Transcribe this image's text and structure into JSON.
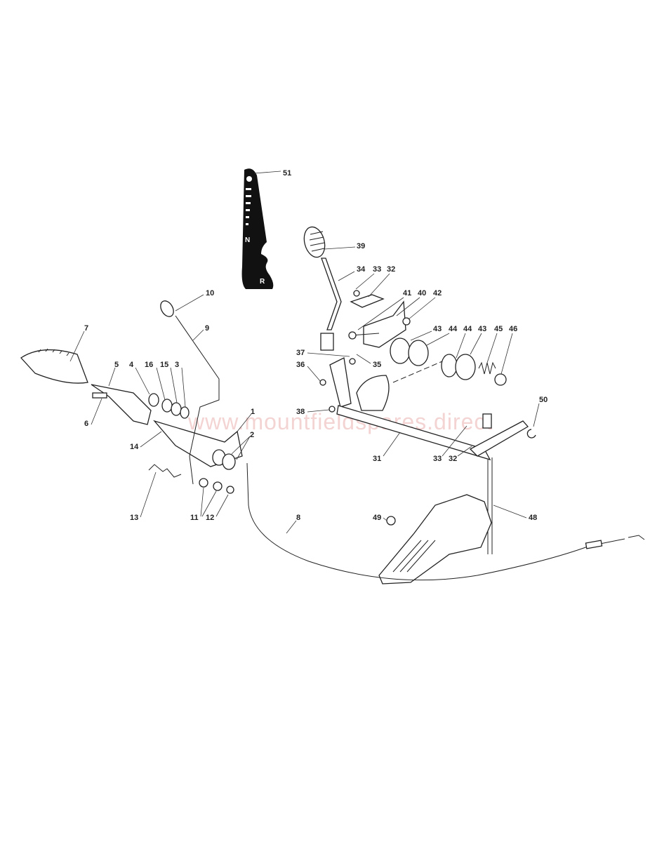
{
  "watermark": "www.mountfieldspares.direct",
  "gate_plate": {
    "forward_icon": "tortoise-hare-icon",
    "neutral": "N",
    "reverse": "R"
  },
  "callouts": [
    "51",
    "39",
    "34",
    "33",
    "32",
    "41",
    "40",
    "42",
    "43",
    "44",
    "44",
    "43",
    "45",
    "46",
    "37",
    "35",
    "36",
    "38",
    "50",
    "31",
    "33",
    "32",
    "48",
    "49",
    "10",
    "9",
    "7",
    "5",
    "4",
    "16",
    "15",
    "3",
    "6",
    "1",
    "2",
    "14",
    "13",
    "11",
    "12",
    "8"
  ]
}
